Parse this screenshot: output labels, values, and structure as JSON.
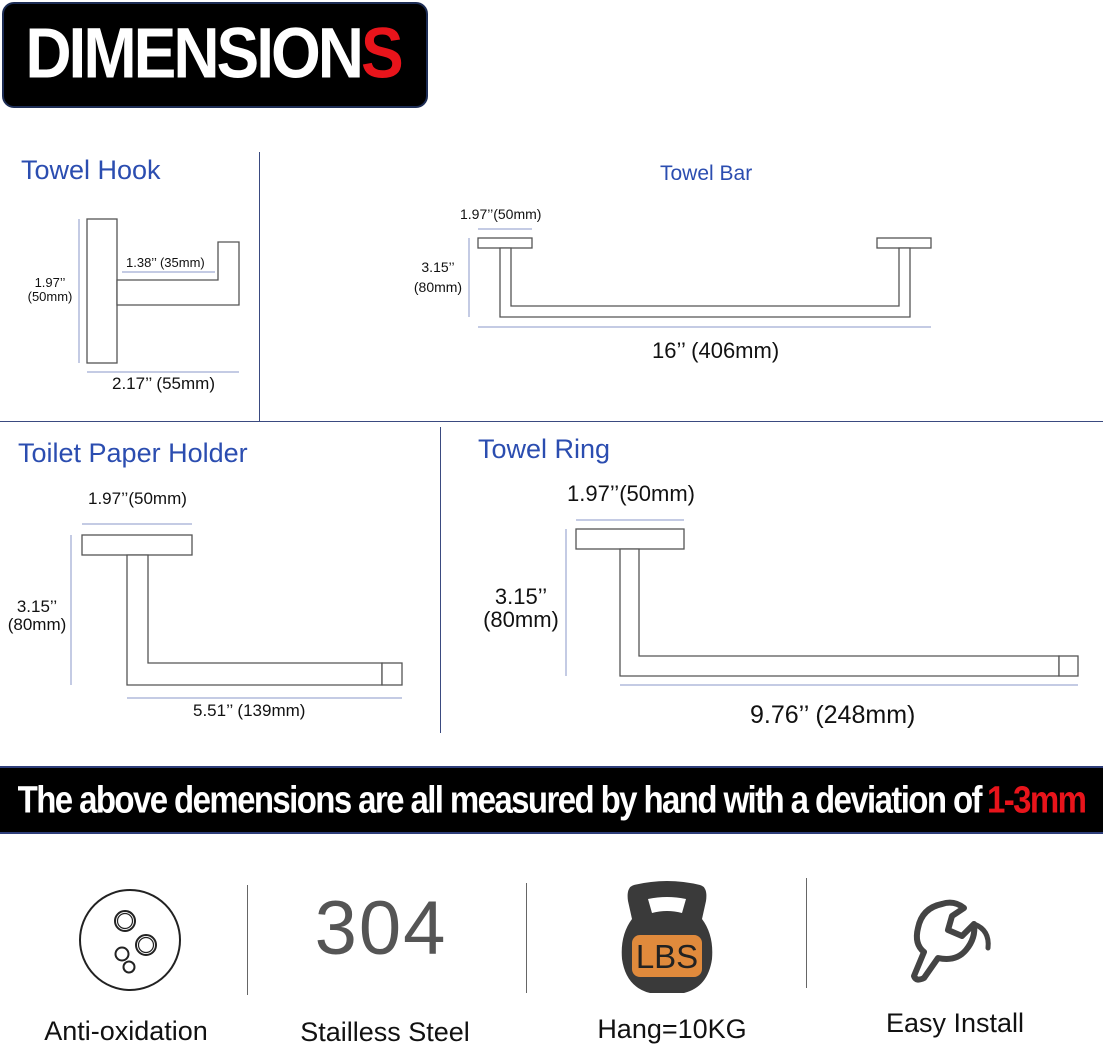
{
  "header": {
    "title_main": "DIMENSION",
    "title_last": "S"
  },
  "panels": {
    "towel_hook": {
      "title": "Towel Hook",
      "dim_height_in": "1.97’’",
      "dim_height_mm": "(50mm)",
      "dim_arm": "1.38’’ (35mm)",
      "dim_depth": "2.17’’ (55mm)"
    },
    "towel_bar": {
      "title": "Towel Bar",
      "dim_base": "1.97’’(50mm)",
      "dim_height_in": "3.15’’",
      "dim_height_mm": "(80mm)",
      "dim_length": "16’’ (406mm)"
    },
    "toilet_paper_holder": {
      "title": "Toilet Paper Holder",
      "dim_base": "1.97’’(50mm)",
      "dim_height_in": "3.15’’",
      "dim_height_mm": "(80mm)",
      "dim_length": "5.51’’ (139mm)"
    },
    "towel_ring": {
      "title": "Towel Ring",
      "dim_base": "1.97’’(50mm)",
      "dim_height_in": "3.15’’",
      "dim_height_mm": "(80mm)",
      "dim_length": "9.76’’ (248mm)"
    }
  },
  "notice": {
    "text": "The above demensions are all measured by hand with a deviation of",
    "highlight": "1-3mm"
  },
  "features": [
    {
      "icon": "bubbles-icon",
      "label": "Anti-oxidation"
    },
    {
      "icon": "304-mark",
      "value": "304",
      "label": "Stailless Steel"
    },
    {
      "icon": "kettlebell-icon",
      "badge": "LBS",
      "label": "Hang=10KG"
    },
    {
      "icon": "wrench-icon",
      "label": "Easy Install"
    }
  ],
  "colors": {
    "title_blue": "#2b4db0",
    "accent_red": "#e8141b",
    "banner_black": "#000000",
    "kettlebell_orange": "#e08a3c",
    "kettlebell_dark": "#3a3a3a"
  }
}
